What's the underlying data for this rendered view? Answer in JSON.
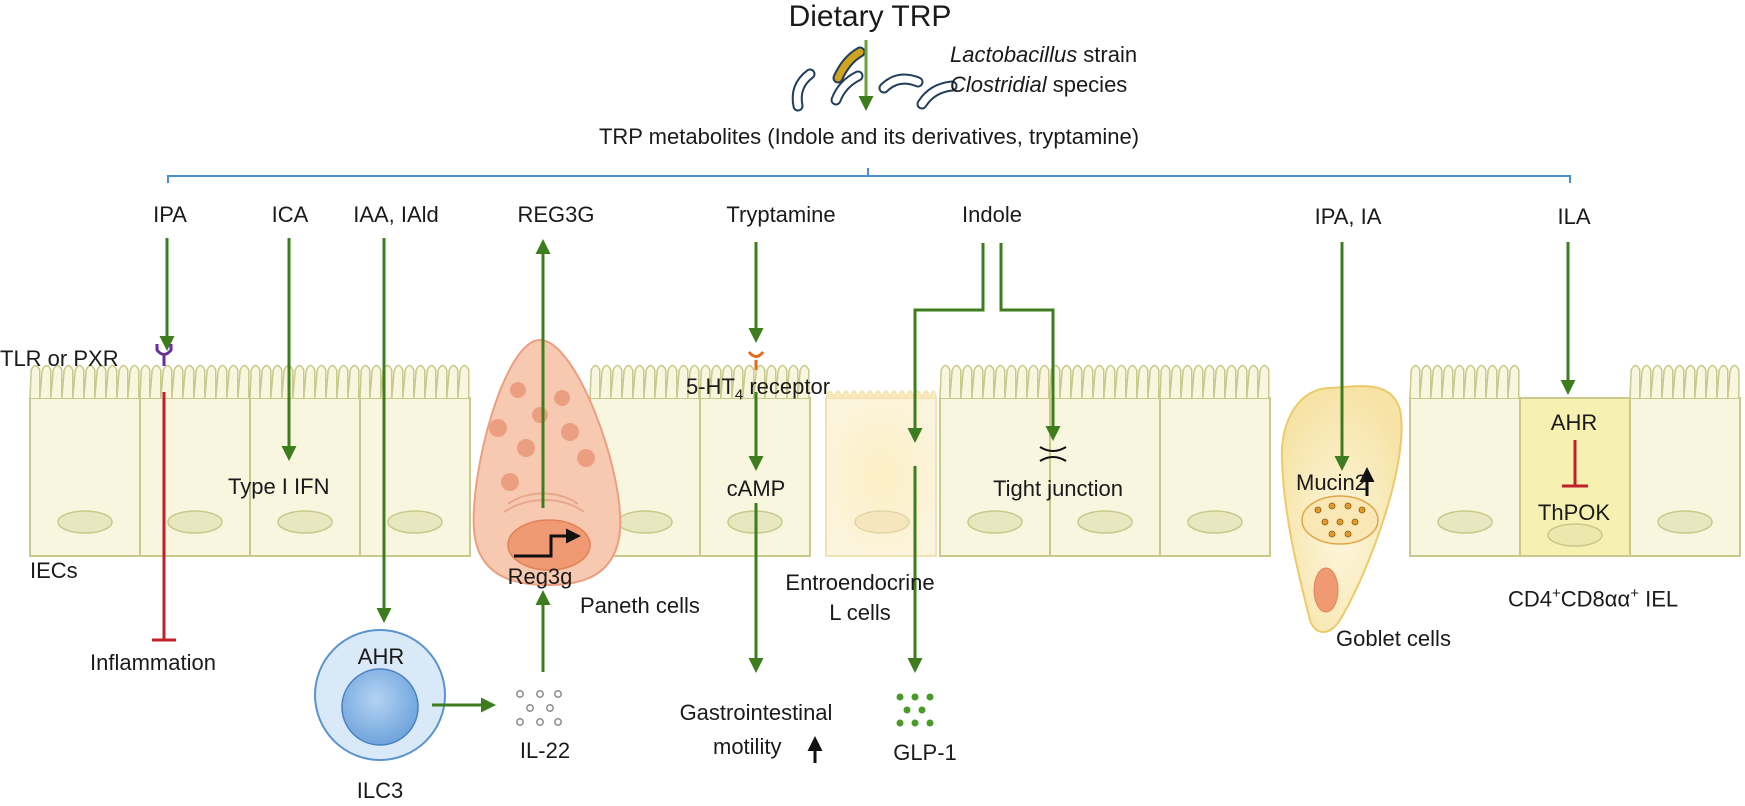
{
  "diagram": {
    "title": "Dietary TRP",
    "bacteria": {
      "strain_italic": "Lactobacillus",
      "strain_suffix": " strain",
      "species_italic": "Clostridial",
      "species_suffix": " species"
    },
    "metabolites_heading": "TRP metabolites (Indole and its derivatives, tryptamine)",
    "metabolites": [
      "IPA",
      "ICA",
      "IAA, IAld",
      "REG3G",
      "Tryptamine",
      "Indole",
      "IPA, IA",
      "ILA"
    ],
    "epithelium_label": "IECs",
    "receptors": {
      "tlr_pxr": "TLR or PXR",
      "ht4_prefix": "5-HT",
      "ht4_sub": "4",
      "ht4_suffix": " receptor"
    },
    "intermediates": {
      "type1_ifn": "Type I IFN",
      "camp": "cAMP",
      "tight_junction": "Tight junction",
      "mucin2": "Mucin2",
      "ahr_iel": "AHR",
      "thpok": "ThPOK",
      "reg3g_gene": "Reg3g",
      "ahr_ilc3": "AHR"
    },
    "cells": {
      "paneth": "Paneth cells",
      "entero_line1": "Entroendocrine",
      "entero_line2": "L cells",
      "goblet": "Goblet cells",
      "iel_cd4": "CD4",
      "iel_plus1": "+",
      "iel_cd8": "CD8αα",
      "iel_plus2": "+",
      "iel_suffix": " IEL",
      "ilc3": "ILC3"
    },
    "outcomes": {
      "inflammation": "Inflammation",
      "il22": "IL-22",
      "gi_line1": "Gastrointestinal",
      "gi_line2": "motility",
      "glp1": "GLP-1"
    },
    "colors": {
      "arrow_green": "#3e7d1e",
      "inhibit_red": "#c0202a",
      "bracket_blue": "#4a8fd0",
      "cell_fill": "#f9f6df",
      "cell_stroke": "#c8c98a",
      "nucleus_fill": "#e9e7bf",
      "paneth_fill": "#f8c9b1",
      "paneth_granule": "#ec9f80",
      "goblet_fill": "#fbeec6",
      "iel_fill": "#f6f1b0",
      "ilc3_outer": "#d9e9f7",
      "ilc3_inner": "#8cb9e8",
      "receptor_purple": "#6a2c9c",
      "receptor_orange": "#e66a1f",
      "bacteria_blue": "#1f5d8a",
      "bacteria_yellow": "#d1a41f",
      "dot_gray": "#8a8a8a",
      "dot_green": "#4a9a2a"
    },
    "icons": [
      "up-arrow-icon",
      "receptor-icon",
      "tight-junction-icon",
      "transcription-start-icon",
      "bacteria-icon"
    ]
  }
}
